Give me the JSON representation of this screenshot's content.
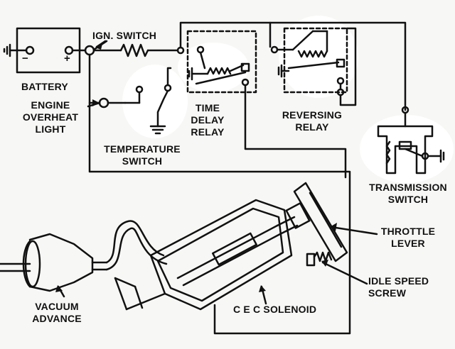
{
  "diagram": {
    "labels": {
      "battery": "BATTERY",
      "battery_minus": "−",
      "battery_plus": "+",
      "ign_switch": "IGN. SWITCH",
      "engine_overheat_light": [
        "ENGINE",
        "OVERHEAT",
        "LIGHT"
      ],
      "temperature_switch": [
        "TEMPERATURE",
        "SWITCH"
      ],
      "time_delay_relay": [
        "TIME",
        "DELAY",
        "RELAY"
      ],
      "reversing_relay": [
        "REVERSING",
        "RELAY"
      ],
      "transmission_switch": [
        "TRANSMISSION",
        "SWITCH"
      ],
      "throttle_lever": [
        "THROTTLE",
        "LEVER"
      ],
      "idle_speed_screw": [
        "IDLE SPEED",
        "SCREW"
      ],
      "cec_solenoid": "C E C SOLENOID",
      "vacuum_advance": [
        "VACUUM",
        "ADVANCE"
      ]
    },
    "colors": {
      "ink": "#111111",
      "paper": "#f7f7f5",
      "highlight": "#ffffff"
    }
  }
}
